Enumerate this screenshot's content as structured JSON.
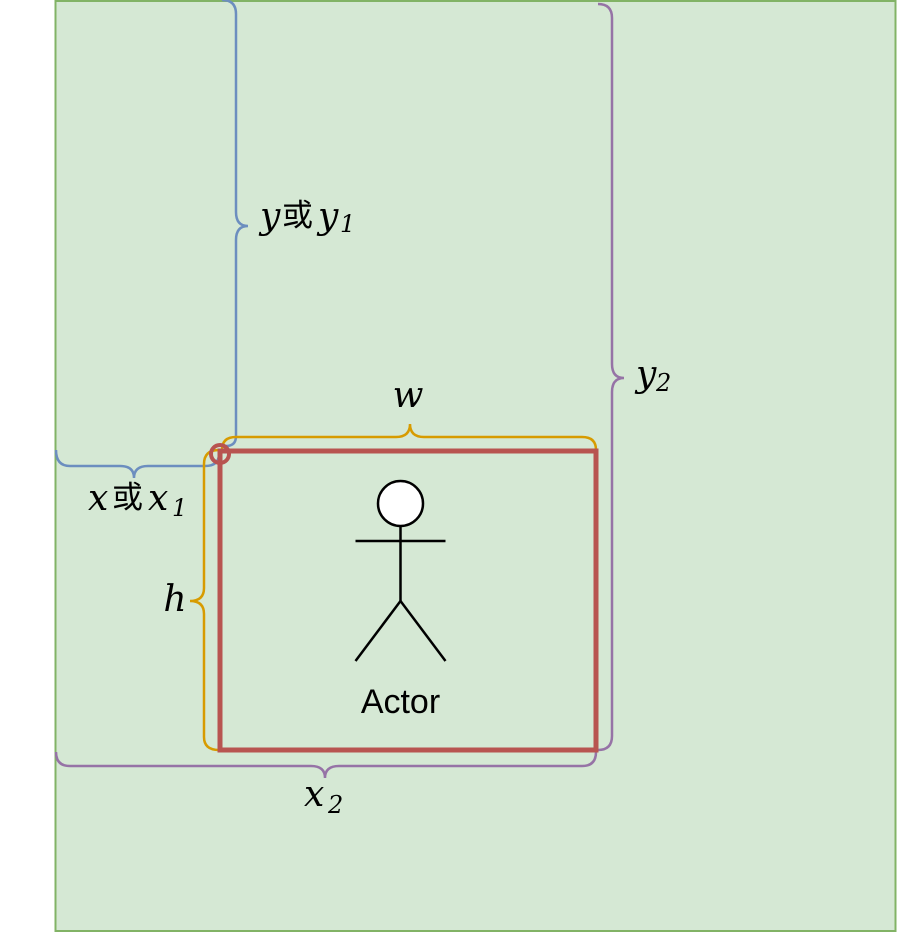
{
  "diagram": {
    "actor_label": "Actor",
    "labels": {
      "y_main": "y",
      "y_or": "或",
      "y1_main": "y",
      "y1_sub": "1",
      "x_main": "x",
      "x_or": "或",
      "x1_main": "x",
      "x1_sub": "1",
      "w": "w",
      "h": "h",
      "x2_main": "x",
      "x2_sub": "2",
      "y2_main": "y",
      "y2_sub": "2"
    },
    "colors": {
      "background_fill": "#d5e8d4",
      "background_stroke": "#82b366",
      "box_stroke": "#b85450",
      "blue_brace": "#6c8ebf",
      "orange_brace": "#d79b00",
      "purple_brace": "#9673a6"
    }
  }
}
